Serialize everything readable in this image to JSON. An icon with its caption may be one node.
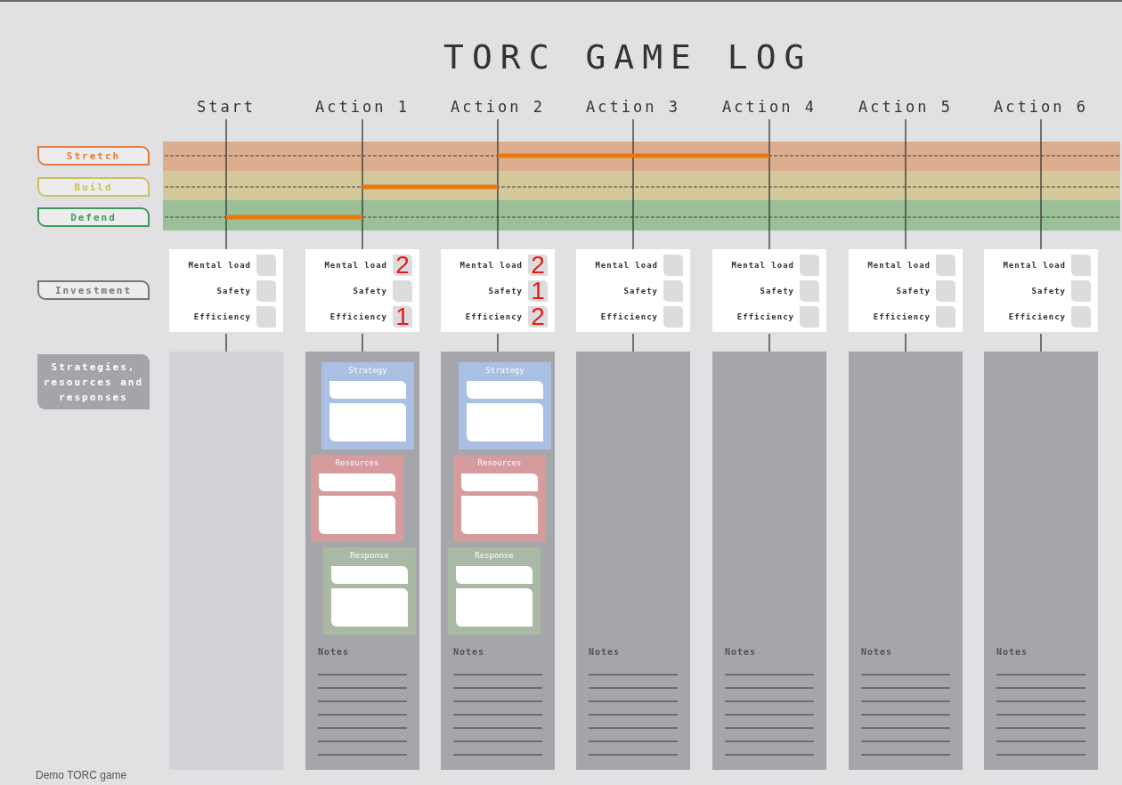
{
  "diagram": {
    "title": "TORC GAME LOG",
    "caption": "Demo TORC game",
    "nodes": [
      {
        "text": [
          "Start"
        ]
      },
      {
        "text": [
          "Action 1"
        ]
      },
      {
        "text": [
          "Action 2"
        ]
      },
      {
        "text": [
          "Action 3"
        ]
      },
      {
        "text": [
          "Action 4"
        ]
      },
      {
        "text": [
          "Action 5"
        ]
      },
      {
        "text": [
          "Action 6"
        ]
      },
      {
        "text": [
          "Stretch"
        ]
      },
      {
        "text": [
          "Build"
        ]
      },
      {
        "text": [
          "Defend"
        ]
      },
      {
        "text": [
          "Investment"
        ]
      },
      {
        "text": [
          "Mental load",
          "Safety",
          "Efficiency"
        ]
      },
      {
        "text": [],
        "shape": "box",
        "in": 11
      },
      {
        "text": [],
        "shape": "box",
        "in": 11
      },
      {
        "text": [],
        "shape": "box",
        "in": 11
      },
      {
        "text": [
          "Mental load",
          "Safety",
          "Efficiency"
        ]
      },
      {
        "text": [
          "2"
        ],
        "in": 15
      },
      {
        "text": [],
        "shape": "box",
        "in": 15
      },
      {
        "text": [
          "1"
        ],
        "in": 15
      },
      {
        "text": [
          "Mental load",
          "Safety",
          "Efficiency"
        ]
      },
      {
        "text": [
          "2"
        ],
        "in": 19
      },
      {
        "text": [
          "1"
        ],
        "in": 19
      },
      {
        "text": [
          "2"
        ],
        "in": 19
      },
      {
        "text": [
          "Mental load",
          "Safety",
          "Efficiency"
        ]
      },
      {
        "text": [],
        "shape": "box",
        "in": 23
      },
      {
        "text": [],
        "shape": "box",
        "in": 23
      },
      {
        "text": [],
        "shape": "box",
        "in": 23
      },
      {
        "text": [
          "Mental load",
          "Safety",
          "Efficiency"
        ]
      },
      {
        "text": [],
        "shape": "box",
        "in": 27
      },
      {
        "text": [],
        "shape": "box",
        "in": 27
      },
      {
        "text": [],
        "shape": "box",
        "in": 27
      },
      {
        "text": [
          "Mental load",
          "Safety",
          "Efficiency"
        ]
      },
      {
        "text": [],
        "shape": "box",
        "in": 31
      },
      {
        "text": [],
        "shape": "box",
        "in": 31
      },
      {
        "text": [],
        "shape": "box",
        "in": 31
      },
      {
        "text": [
          "Mental load",
          "Safety",
          "Efficiency"
        ]
      },
      {
        "text": [],
        "shape": "box",
        "in": 35
      },
      {
        "text": [],
        "shape": "box",
        "in": 35
      },
      {
        "text": [],
        "shape": "box",
        "in": 35
      },
      {
        "text": [
          "Strategies, resources and responses"
        ]
      },
      {
        "text": [],
        "shape": "box"
      },
      {
        "text": [
          "Notes"
        ]
      },
      {
        "text": [
          "Strategy"
        ],
        "in": 41
      },
      {
        "text": [
          "Resources"
        ],
        "in": 41
      },
      {
        "text": [
          "Response"
        ],
        "in": 41
      },
      {
        "text": [
          "Notes"
        ]
      },
      {
        "text": [
          "Strategy"
        ],
        "in": 45
      },
      {
        "text": [
          "Resources"
        ],
        "in": 45
      },
      {
        "text": [
          "Response"
        ],
        "in": 45
      },
      {
        "text": [
          "Notes"
        ]
      },
      {
        "text": [
          "Notes"
        ]
      },
      {
        "text": [
          "Notes"
        ]
      },
      {
        "text": [
          "Notes"
        ]
      }
    ],
    "edges": [
      {
        "from": 0,
        "to": 11,
        "arrow": "none"
      },
      {
        "from": 1,
        "to": 15,
        "arrow": "none"
      },
      {
        "from": 2,
        "to": 19,
        "arrow": "none"
      },
      {
        "from": 3,
        "to": 23,
        "arrow": "none"
      },
      {
        "from": 4,
        "to": 27,
        "arrow": "none"
      },
      {
        "from": 5,
        "to": 31,
        "arrow": "none"
      },
      {
        "from": 6,
        "to": 35,
        "arrow": "none"
      },
      {
        "from": 11,
        "to": 40,
        "arrow": "none"
      },
      {
        "from": 15,
        "to": 41,
        "arrow": "none"
      },
      {
        "from": 19,
        "to": 45,
        "arrow": "none"
      },
      {
        "from": 23,
        "to": 49,
        "arrow": "none"
      },
      {
        "from": 27,
        "to": 50,
        "arrow": "none"
      },
      {
        "from": 31,
        "to": 51,
        "arrow": "none"
      },
      {
        "from": 35,
        "to": 52,
        "arrow": "none"
      }
    ]
  }
}
